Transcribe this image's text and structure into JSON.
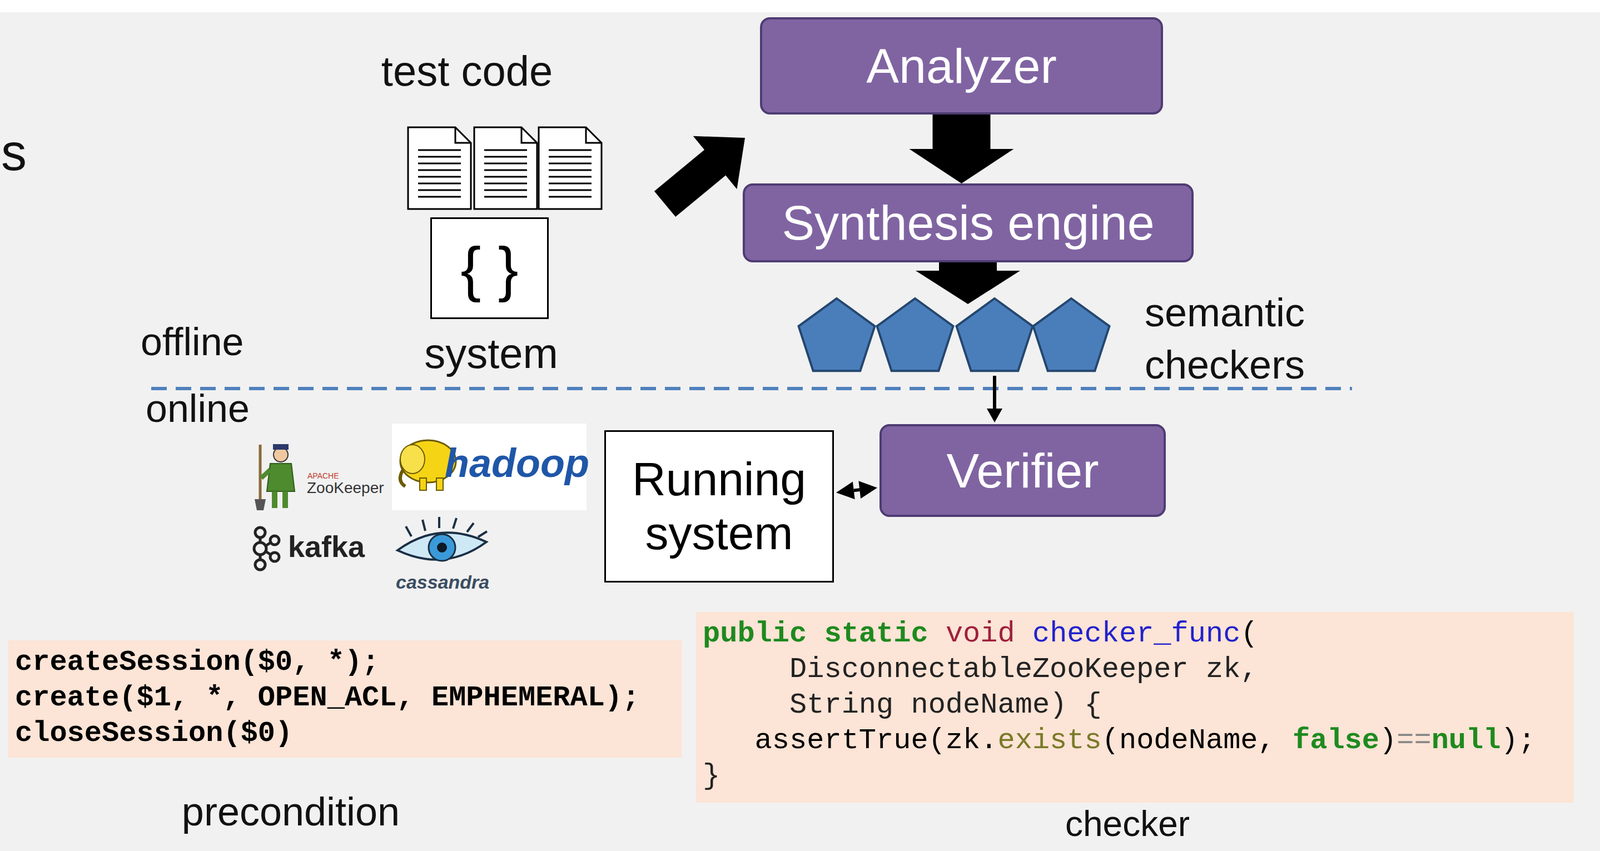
{
  "diagram": {
    "nodes": [
      {
        "text": [
          "Analyzer"
        ]
      },
      {
        "text": [
          "Synthesis engine"
        ]
      },
      {
        "text": [
          "{ }",
          "system"
        ]
      },
      {
        "text": [
          "Verifier"
        ]
      },
      {
        "text": [
          "Running system"
        ]
      },
      {
        "text": [
          "createSession($0, *);",
          "create($1, *, OPEN_ACL, EMPHEMERAL);",
          "closeSession($0)",
          "precondition"
        ]
      },
      {
        "text": [
          "public static void checker_func(",
          "DisconnectableZooKeeper zk,",
          "String nodeName) {",
          "assertTrue(zk.exists(nodeName, false)==null);",
          "}",
          "checker"
        ]
      }
    ],
    "edges": [
      {
        "from": 0,
        "to": 1,
        "arrow": "to"
      },
      {
        "from": 4,
        "to": 3,
        "arrow": "both"
      }
    ],
    "labels": [
      "s",
      "test code",
      "semantic checkers",
      "offline",
      "online",
      "APACHE",
      "ZooKeeper",
      "hadoop",
      "kafka",
      "cassandra"
    ]
  }
}
